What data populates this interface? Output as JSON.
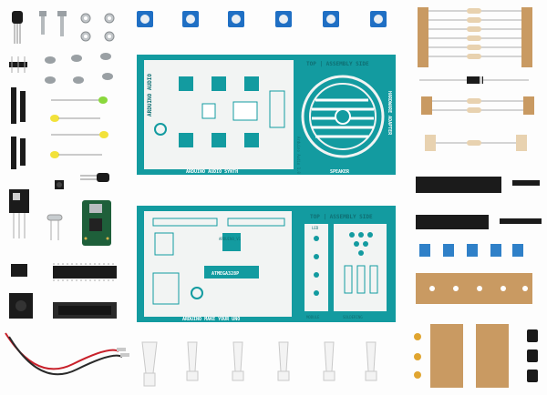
{
  "photo": {
    "colors": {
      "teal": "#139ba0",
      "teal_dark": "#0f6f73",
      "pcb_white": "#f2f4f3",
      "trimmer_blue": "#1f6fc4",
      "cap_blue": "#2f80c8",
      "kraft": "#c99a62",
      "resistor_body": "#e8d2b0",
      "ic_black": "#1b1b1b",
      "led_yellow": "#f2e23a",
      "led_green": "#8ad83c",
      "wire_red": "#c8202a"
    },
    "top_pcb": {
      "section_label": "TOP | ASSEMBLY SIDE",
      "vertical_label": "ARDUINO AUDIO",
      "bottom_label": "ARDUINO AUDIO SYNTH",
      "speaker_label": "SPEAKER",
      "side_label": "HARDWARE ADAPTER",
      "corner_label": "Arduino Audio 1.0"
    },
    "bottom_pcb": {
      "section_label": "TOP | ASSEMBLY SIDE",
      "chip_label": "ARDUINO_V1",
      "ic_label": "ATMEGA328P",
      "bottom_label": "ARDUINO MAKE YOUR UNO",
      "left_small_label": "MODULE",
      "right_small_label": "SOLDERING",
      "led_label": "LED"
    },
    "icons": [
      "transistor-icon",
      "screw-icon",
      "nut-icon",
      "pin-header-icon",
      "trimmer-potentiometer-icon",
      "resistor-icon",
      "diode-icon",
      "led-icon",
      "voltage-regulator-icon",
      "crystal-icon",
      "button-icon",
      "microcontroller-board-icon",
      "ic-chip-icon",
      "dc-jack-icon",
      "ic-socket-icon",
      "wire-icon",
      "standoff-icon",
      "capacitor-icon",
      "electrolytic-capacitor-icon"
    ]
  }
}
